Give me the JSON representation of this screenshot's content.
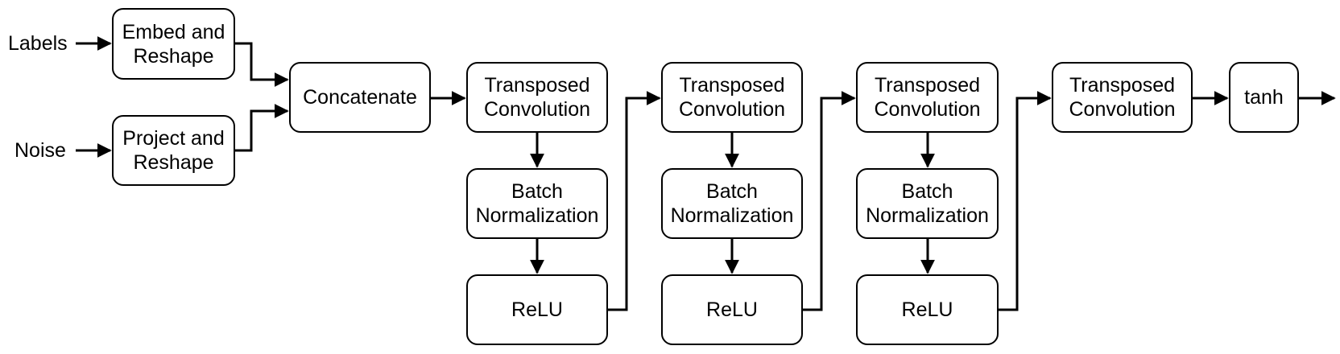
{
  "inputs": {
    "labels": "Labels",
    "noise": "Noise"
  },
  "nodes": {
    "embed": [
      "Embed and",
      "Reshape"
    ],
    "project": [
      "Project and",
      "Reshape"
    ],
    "concat": [
      "Concatenate"
    ],
    "tconv1": [
      "Transposed",
      "Convolution"
    ],
    "bn1": [
      "Batch",
      "Normalization"
    ],
    "relu1": [
      "ReLU"
    ],
    "tconv2": [
      "Transposed",
      "Convolution"
    ],
    "bn2": [
      "Batch",
      "Normalization"
    ],
    "relu2": [
      "ReLU"
    ],
    "tconv3": [
      "Transposed",
      "Convolution"
    ],
    "bn3": [
      "Batch",
      "Normalization"
    ],
    "relu3": [
      "ReLU"
    ],
    "tconv4": [
      "Transposed",
      "Convolution"
    ],
    "tanh": [
      "tanh"
    ]
  },
  "edges": [
    [
      "labels",
      "embed"
    ],
    [
      "noise",
      "project"
    ],
    [
      "embed",
      "concat"
    ],
    [
      "project",
      "concat"
    ],
    [
      "concat",
      "tconv1"
    ],
    [
      "tconv1",
      "bn1"
    ],
    [
      "bn1",
      "relu1"
    ],
    [
      "relu1",
      "tconv2"
    ],
    [
      "tconv2",
      "bn2"
    ],
    [
      "bn2",
      "relu2"
    ],
    [
      "relu2",
      "tconv3"
    ],
    [
      "tconv3",
      "bn3"
    ],
    [
      "bn3",
      "relu3"
    ],
    [
      "relu3",
      "tconv4"
    ],
    [
      "tconv4",
      "tanh"
    ],
    [
      "tanh",
      "output"
    ]
  ]
}
